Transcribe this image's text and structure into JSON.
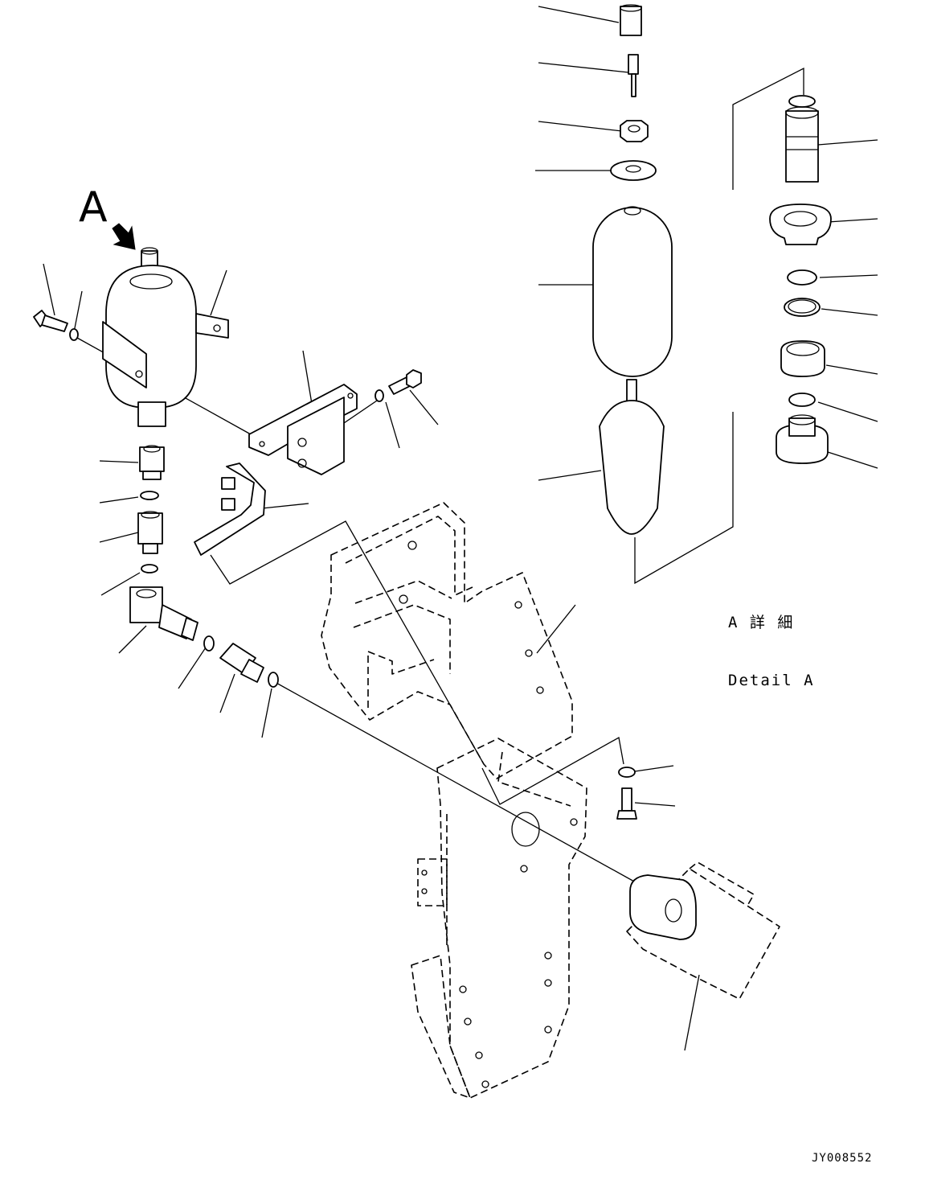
{
  "view_marker": {
    "letter": "A"
  },
  "detail_caption": {
    "jp": "A 詳 細",
    "en": "Detail A"
  },
  "drawing_code": "JY008552",
  "colors": {
    "line": "#000000",
    "background": "#ffffff"
  }
}
